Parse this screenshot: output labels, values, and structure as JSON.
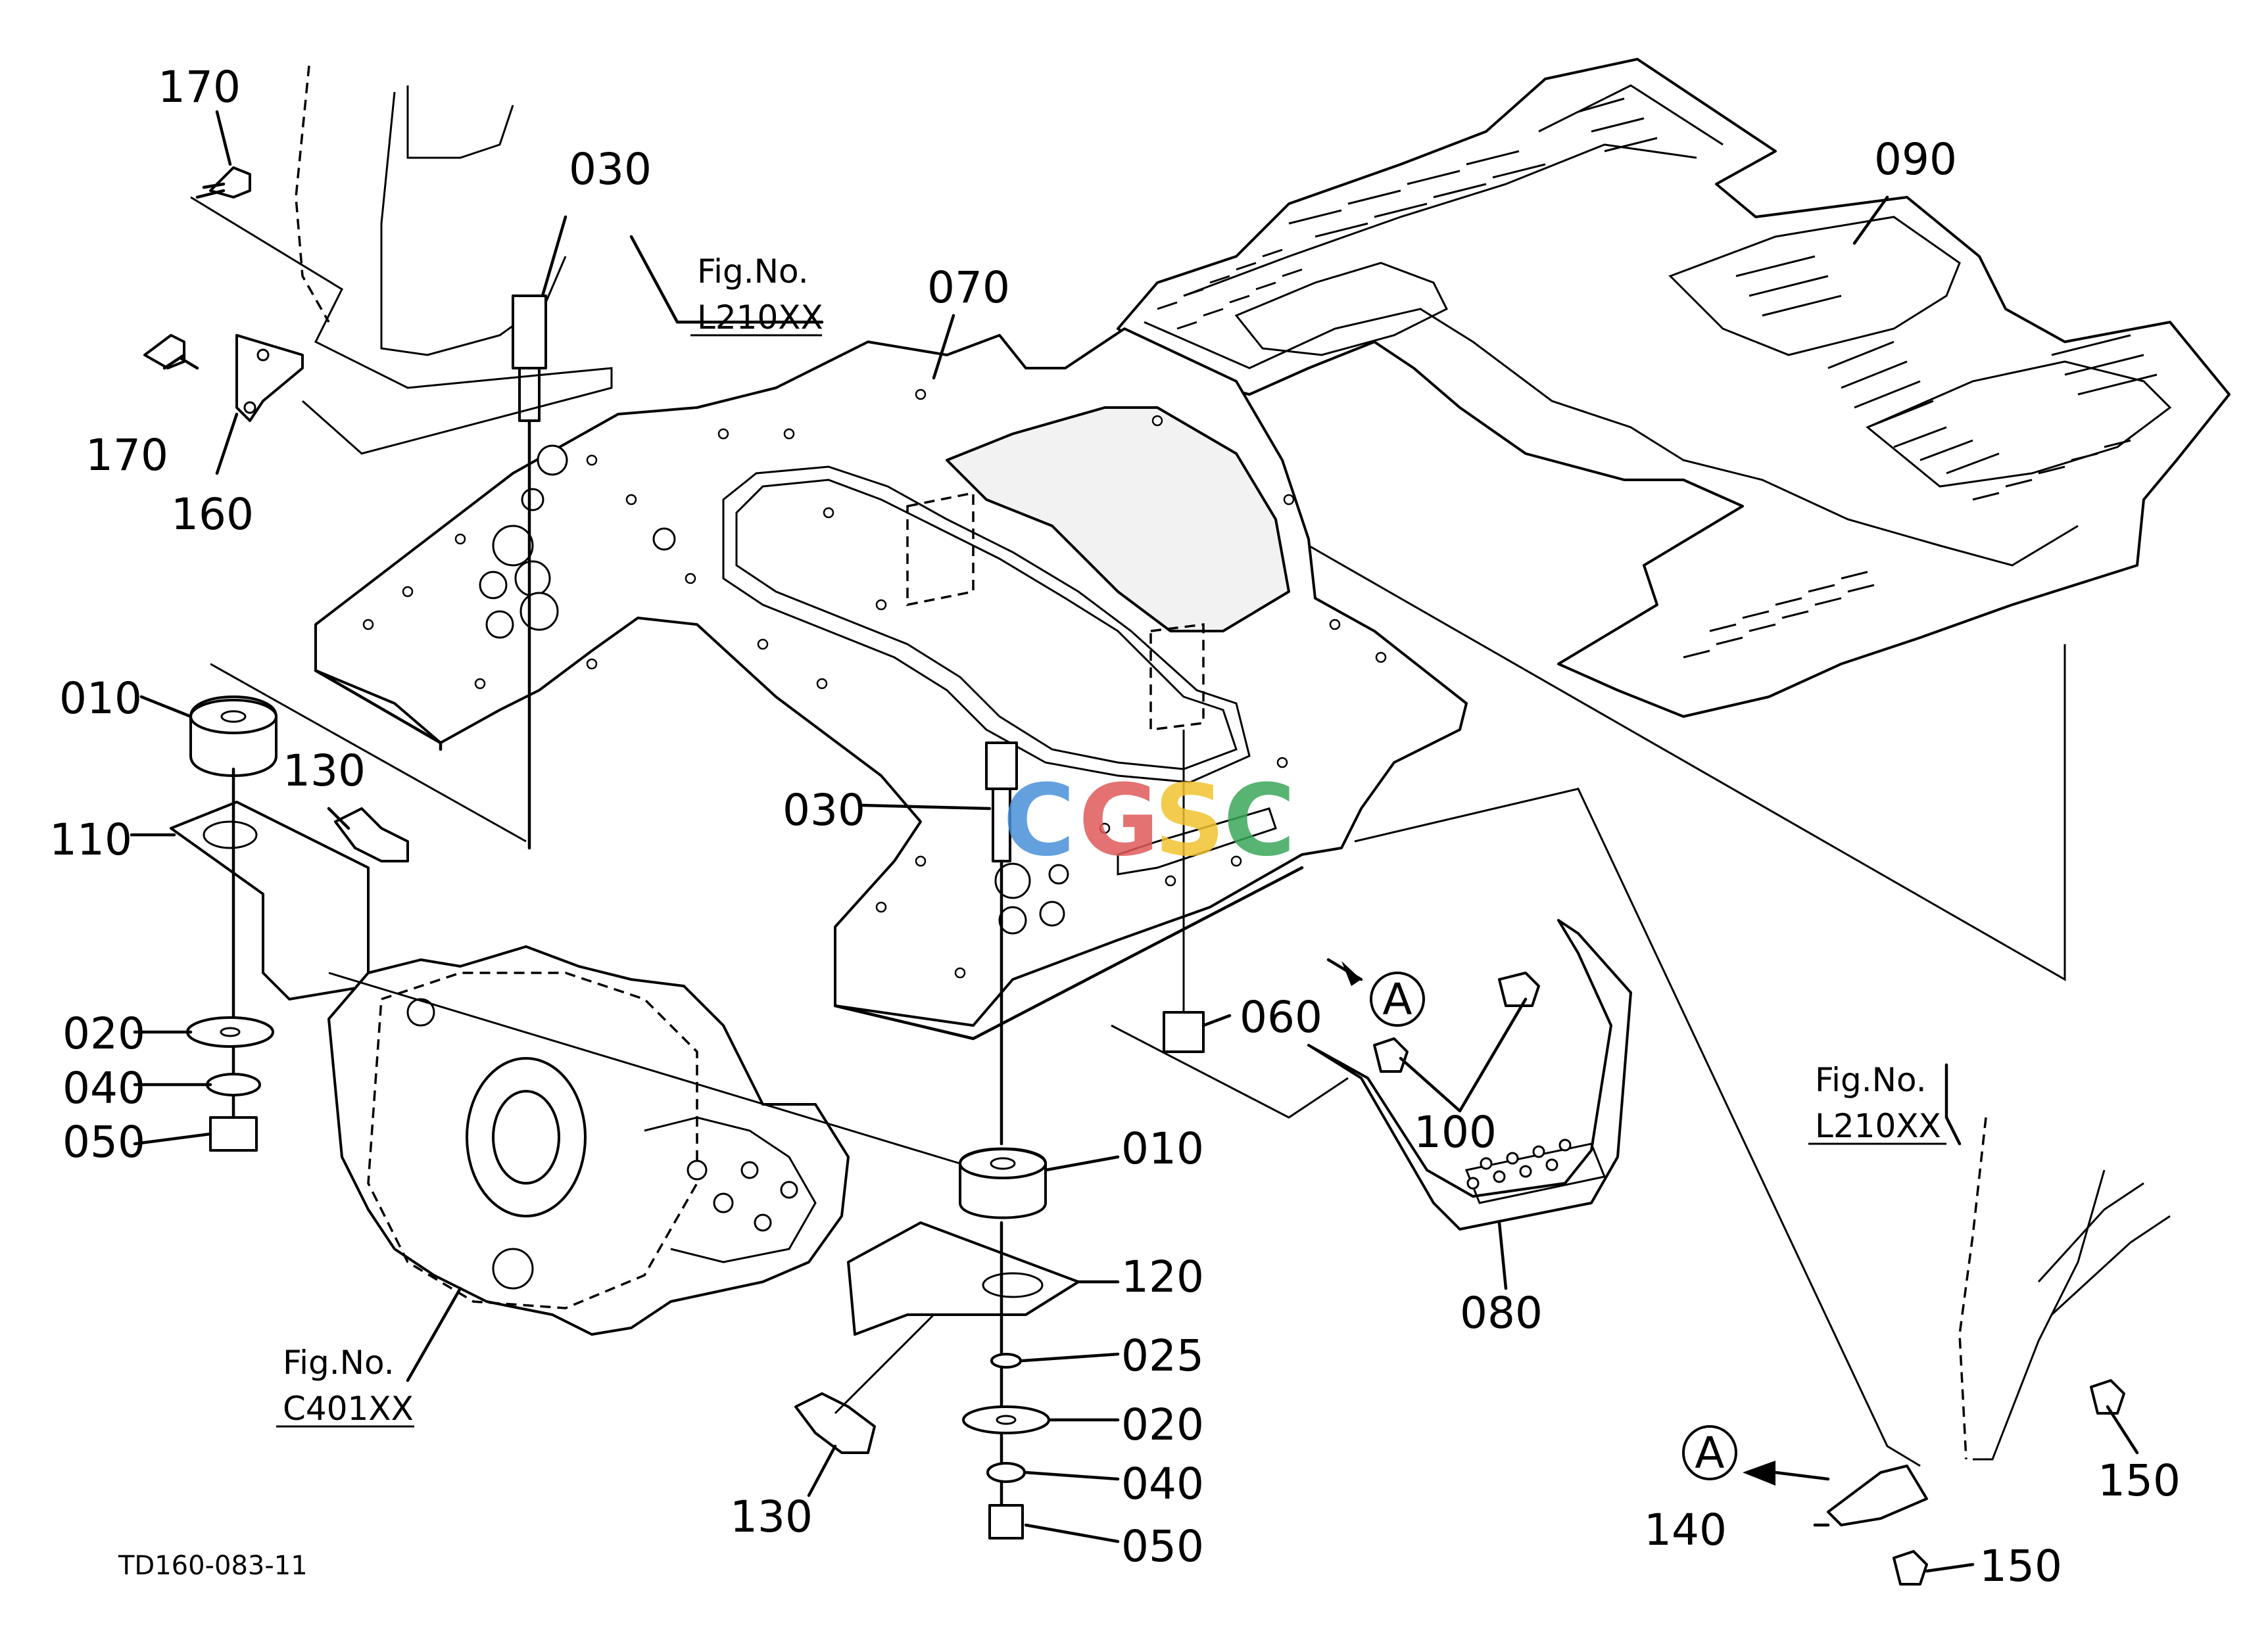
{
  "diagram_id": "TD160-083-11",
  "watermark": {
    "letters": [
      "C",
      "G",
      "S",
      "C"
    ],
    "colors": [
      "#4a90d9",
      "#e05a5a",
      "#f2c230",
      "#3aa85a"
    ]
  },
  "part_labels": {
    "p170a": "170",
    "p170b": "170",
    "p160": "160",
    "p030a": "030",
    "p070": "070",
    "p090": "090",
    "p010a": "010",
    "p130a": "130",
    "p110": "110",
    "p020a": "020",
    "p040a": "040",
    "p050a": "050",
    "p030b": "030",
    "p060": "060",
    "p100": "100",
    "p010b": "010",
    "p120": "120",
    "p080": "080",
    "p025": "025",
    "p020b": "020",
    "p040b": "040",
    "p050b": "050",
    "p130b": "130",
    "p140": "140",
    "p150a": "150",
    "p150b": "150"
  },
  "callouts": {
    "a1": "A",
    "a2": "A"
  },
  "figure_refs": {
    "ref1": {
      "line1": "Fig.No.",
      "line2": "L210XX"
    },
    "ref2": {
      "line1": "Fig.No.",
      "line2": "L210XX"
    },
    "ref3": {
      "line1": "Fig.No.",
      "line2": "C401XX"
    }
  }
}
